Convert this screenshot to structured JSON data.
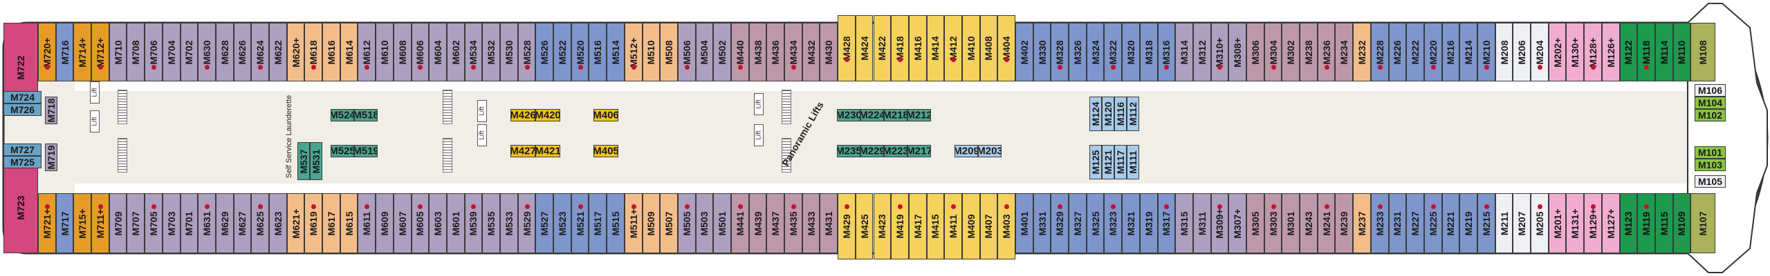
{
  "deck_plan": {
    "colors": {
      "aft_suite": "#d4477f",
      "orange": "#e79b27",
      "purple": "#ad9fbf",
      "peach": "#f3bd8a",
      "steel_blue": "#7e96cc",
      "yellow": "#f5d25e",
      "gold": "#f1c21b",
      "mauve": "#bd98a9",
      "pink": "#f2acd0",
      "white": "#eef0f4",
      "light_blue": "#a9cbea",
      "green": "#1d9a4e",
      "olive": "#aab35c",
      "lime": "#89c540",
      "teal": "#4aa58f",
      "stern_blue": "#6aa3c8",
      "hull": "#eceae0",
      "corridor": "#ffffff"
    },
    "top_cabins": [
      {
        "label": "M722",
        "color": "aft_suite"
      },
      {
        "label": "M720",
        "color": "orange",
        "mark": "+"
      },
      {
        "label": "M716",
        "color": "steel_blue"
      },
      {
        "label": "M714",
        "color": "orange",
        "mark": "+"
      },
      {
        "label": "M712",
        "color": "orange",
        "mark": "+"
      },
      {
        "label": "M710",
        "color": "purple"
      },
      {
        "label": "M708",
        "color": "purple"
      },
      {
        "label": "M706",
        "color": "purple"
      },
      {
        "label": "M704",
        "color": "purple"
      },
      {
        "label": "M702",
        "color": "purple"
      },
      {
        "label": "M630",
        "color": "purple"
      },
      {
        "label": "M628",
        "color": "purple"
      },
      {
        "label": "M626",
        "color": "purple"
      },
      {
        "label": "M624",
        "color": "purple"
      },
      {
        "label": "M622",
        "color": "purple"
      },
      {
        "label": "M620",
        "color": "peach",
        "mark": "+"
      },
      {
        "label": "M618",
        "color": "peach"
      },
      {
        "label": "M616",
        "color": "peach"
      },
      {
        "label": "M614",
        "color": "peach"
      },
      {
        "label": "M612",
        "color": "purple"
      },
      {
        "label": "M610",
        "color": "purple"
      },
      {
        "label": "M608",
        "color": "purple"
      },
      {
        "label": "M606",
        "color": "purple"
      },
      {
        "label": "M604",
        "color": "purple"
      },
      {
        "label": "M602",
        "color": "purple"
      },
      {
        "label": "M534",
        "color": "purple"
      },
      {
        "label": "M532",
        "color": "purple"
      },
      {
        "label": "M530",
        "color": "purple"
      },
      {
        "label": "M528",
        "color": "purple"
      },
      {
        "label": "M526",
        "color": "steel_blue"
      },
      {
        "label": "M522",
        "color": "steel_blue"
      },
      {
        "label": "M520",
        "color": "steel_blue"
      },
      {
        "label": "M516",
        "color": "steel_blue"
      },
      {
        "label": "M514",
        "color": "steel_blue"
      },
      {
        "label": "M512",
        "color": "peach",
        "mark": "+"
      },
      {
        "label": "M510",
        "color": "peach"
      },
      {
        "label": "M508",
        "color": "peach"
      },
      {
        "label": "M506",
        "color": "purple"
      },
      {
        "label": "M504",
        "color": "purple"
      },
      {
        "label": "M502",
        "color": "purple"
      },
      {
        "label": "M440",
        "color": "mauve"
      },
      {
        "label": "M438",
        "color": "mauve"
      },
      {
        "label": "M436",
        "color": "mauve"
      },
      {
        "label": "M434",
        "color": "mauve"
      },
      {
        "label": "M432",
        "color": "mauve"
      },
      {
        "label": "M430",
        "color": "mauve"
      },
      {
        "label": "M428",
        "color": "yellow"
      },
      {
        "label": "M424",
        "color": "yellow"
      },
      {
        "label": "M422",
        "color": "yellow"
      },
      {
        "label": "M418",
        "color": "yellow"
      },
      {
        "label": "M416",
        "color": "yellow"
      },
      {
        "label": "M414",
        "color": "yellow"
      },
      {
        "label": "M412",
        "color": "yellow"
      },
      {
        "label": "M410",
        "color": "yellow"
      },
      {
        "label": "M408",
        "color": "yellow"
      },
      {
        "label": "M404",
        "color": "yellow"
      },
      {
        "label": "M402",
        "color": "steel_blue"
      },
      {
        "label": "M330",
        "color": "steel_blue"
      },
      {
        "label": "M328",
        "color": "steel_blue"
      },
      {
        "label": "M326",
        "color": "steel_blue"
      },
      {
        "label": "M324",
        "color": "steel_blue"
      },
      {
        "label": "M322",
        "color": "steel_blue"
      },
      {
        "label": "M320",
        "color": "steel_blue"
      },
      {
        "label": "M318",
        "color": "steel_blue"
      },
      {
        "label": "M316",
        "color": "steel_blue"
      },
      {
        "label": "M314",
        "color": "purple"
      },
      {
        "label": "M312",
        "color": "purple"
      },
      {
        "label": "M310",
        "color": "purple",
        "mark": "+"
      },
      {
        "label": "M308",
        "color": "purple",
        "mark": "+"
      },
      {
        "label": "M306",
        "color": "mauve"
      },
      {
        "label": "M304",
        "color": "mauve"
      },
      {
        "label": "M302",
        "color": "mauve"
      },
      {
        "label": "M238",
        "color": "mauve"
      },
      {
        "label": "M236",
        "color": "mauve"
      },
      {
        "label": "M234",
        "color": "mauve"
      },
      {
        "label": "M232",
        "color": "peach"
      },
      {
        "label": "M228",
        "color": "steel_blue"
      },
      {
        "label": "M226",
        "color": "steel_blue"
      },
      {
        "label": "M222",
        "color": "steel_blue"
      },
      {
        "label": "M220",
        "color": "steel_blue"
      },
      {
        "label": "M216",
        "color": "steel_blue"
      },
      {
        "label": "M214",
        "color": "steel_blue"
      },
      {
        "label": "M210",
        "color": "steel_blue"
      },
      {
        "label": "M208",
        "color": "white"
      },
      {
        "label": "M206",
        "color": "white"
      },
      {
        "label": "M204",
        "color": "white"
      },
      {
        "label": "M202",
        "color": "pink",
        "mark": "+"
      },
      {
        "label": "M130",
        "color": "pink",
        "mark": "+"
      },
      {
        "label": "M128",
        "color": "pink",
        "mark": "+"
      },
      {
        "label": "M126",
        "color": "pink",
        "mark": "+"
      },
      {
        "label": "M122",
        "color": "green"
      },
      {
        "label": "M118",
        "color": "green"
      },
      {
        "label": "M114",
        "color": "green"
      },
      {
        "label": "M110",
        "color": "green"
      },
      {
        "label": "M108",
        "color": "olive"
      }
    ],
    "bottom_cabins": [
      {
        "label": "M723",
        "color": "aft_suite"
      },
      {
        "label": "M721",
        "color": "orange",
        "mark": "+"
      },
      {
        "label": "M717",
        "color": "steel_blue"
      },
      {
        "label": "M715",
        "color": "orange",
        "mark": "+"
      },
      {
        "label": "M711",
        "color": "orange",
        "mark": "+"
      },
      {
        "label": "M709",
        "color": "purple"
      },
      {
        "label": "M707",
        "color": "purple"
      },
      {
        "label": "M705",
        "color": "purple"
      },
      {
        "label": "M703",
        "color": "purple"
      },
      {
        "label": "M701",
        "color": "purple"
      },
      {
        "label": "M631",
        "color": "purple"
      },
      {
        "label": "M629",
        "color": "purple"
      },
      {
        "label": "M627",
        "color": "purple"
      },
      {
        "label": "M625",
        "color": "purple"
      },
      {
        "label": "M623",
        "color": "purple"
      },
      {
        "label": "M621",
        "color": "peach",
        "mark": "+"
      },
      {
        "label": "M619",
        "color": "peach"
      },
      {
        "label": "M617",
        "color": "peach"
      },
      {
        "label": "M615",
        "color": "peach"
      },
      {
        "label": "M611",
        "color": "purple"
      },
      {
        "label": "M609",
        "color": "purple"
      },
      {
        "label": "M607",
        "color": "purple"
      },
      {
        "label": "M605",
        "color": "purple"
      },
      {
        "label": "M603",
        "color": "purple"
      },
      {
        "label": "M601",
        "color": "purple"
      },
      {
        "label": "M539",
        "color": "purple"
      },
      {
        "label": "M535",
        "color": "purple"
      },
      {
        "label": "M533",
        "color": "purple"
      },
      {
        "label": "M529",
        "color": "purple"
      },
      {
        "label": "M527",
        "color": "steel_blue"
      },
      {
        "label": "M523",
        "color": "steel_blue"
      },
      {
        "label": "M521",
        "color": "steel_blue"
      },
      {
        "label": "M517",
        "color": "steel_blue"
      },
      {
        "label": "M515",
        "color": "steel_blue"
      },
      {
        "label": "M511",
        "color": "peach",
        "mark": "+"
      },
      {
        "label": "M509",
        "color": "peach"
      },
      {
        "label": "M507",
        "color": "peach"
      },
      {
        "label": "M505",
        "color": "purple"
      },
      {
        "label": "M503",
        "color": "purple"
      },
      {
        "label": "M501",
        "color": "purple"
      },
      {
        "label": "M441",
        "color": "mauve"
      },
      {
        "label": "M439",
        "color": "mauve"
      },
      {
        "label": "M437",
        "color": "mauve"
      },
      {
        "label": "M435",
        "color": "mauve"
      },
      {
        "label": "M433",
        "color": "mauve"
      },
      {
        "label": "M431",
        "color": "mauve"
      },
      {
        "label": "M429",
        "color": "yellow"
      },
      {
        "label": "M425",
        "color": "yellow"
      },
      {
        "label": "M423",
        "color": "yellow"
      },
      {
        "label": "M419",
        "color": "yellow"
      },
      {
        "label": "M417",
        "color": "yellow"
      },
      {
        "label": "M415",
        "color": "yellow"
      },
      {
        "label": "M411",
        "color": "yellow"
      },
      {
        "label": "M409",
        "color": "yellow"
      },
      {
        "label": "M407",
        "color": "yellow"
      },
      {
        "label": "M403",
        "color": "yellow"
      },
      {
        "label": "M401",
        "color": "steel_blue"
      },
      {
        "label": "M331",
        "color": "steel_blue"
      },
      {
        "label": "M329",
        "color": "steel_blue"
      },
      {
        "label": "M327",
        "color": "steel_blue"
      },
      {
        "label": "M325",
        "color": "steel_blue"
      },
      {
        "label": "M323",
        "color": "steel_blue"
      },
      {
        "label": "M321",
        "color": "steel_blue"
      },
      {
        "label": "M319",
        "color": "steel_blue"
      },
      {
        "label": "M317",
        "color": "steel_blue"
      },
      {
        "label": "M315",
        "color": "purple"
      },
      {
        "label": "M311",
        "color": "purple"
      },
      {
        "label": "M309",
        "color": "purple",
        "mark": "+"
      },
      {
        "label": "M307",
        "color": "purple",
        "mark": "+"
      },
      {
        "label": "M305",
        "color": "mauve"
      },
      {
        "label": "M303",
        "color": "mauve"
      },
      {
        "label": "M301",
        "color": "mauve"
      },
      {
        "label": "M243",
        "color": "mauve"
      },
      {
        "label": "M241",
        "color": "mauve"
      },
      {
        "label": "M239",
        "color": "mauve"
      },
      {
        "label": "M237",
        "color": "peach"
      },
      {
        "label": "M233",
        "color": "steel_blue"
      },
      {
        "label": "M231",
        "color": "steel_blue"
      },
      {
        "label": "M227",
        "color": "steel_blue"
      },
      {
        "label": "M225",
        "color": "steel_blue"
      },
      {
        "label": "M221",
        "color": "steel_blue"
      },
      {
        "label": "M219",
        "color": "steel_blue"
      },
      {
        "label": "M215",
        "color": "steel_blue"
      },
      {
        "label": "M211",
        "color": "white"
      },
      {
        "label": "M207",
        "color": "white"
      },
      {
        "label": "M205",
        "color": "white"
      },
      {
        "label": "M201",
        "color": "pink",
        "mark": "+"
      },
      {
        "label": "M131",
        "color": "pink",
        "mark": "+"
      },
      {
        "label": "M129",
        "color": "pink",
        "mark": "+"
      },
      {
        "label": "M127",
        "color": "pink",
        "mark": "+"
      },
      {
        "label": "M123",
        "color": "green"
      },
      {
        "label": "M119",
        "color": "green"
      },
      {
        "label": "M115",
        "color": "green"
      },
      {
        "label": "M109",
        "color": "green"
      },
      {
        "label": "M107",
        "color": "olive"
      }
    ],
    "stern_cabins": [
      {
        "label": "M724",
        "color": "stern_blue"
      },
      {
        "label": "M726",
        "color": "stern_blue"
      },
      {
        "label": "M727",
        "color": "stern_blue"
      },
      {
        "label": "M725",
        "color": "stern_blue"
      }
    ],
    "interior_cabins": [
      {
        "label": "M718",
        "color": "purple"
      },
      {
        "label": "M719",
        "color": "purple"
      },
      {
        "label": "M537",
        "color": "teal"
      },
      {
        "label": "M531",
        "color": "teal"
      },
      {
        "label": "M524",
        "color": "teal"
      },
      {
        "label": "M518",
        "color": "teal"
      },
      {
        "label": "M525",
        "color": "teal"
      },
      {
        "label": "M519",
        "color": "teal"
      },
      {
        "label": "M426",
        "color": "gold"
      },
      {
        "label": "M420",
        "color": "gold"
      },
      {
        "label": "M406",
        "color": "gold"
      },
      {
        "label": "M427",
        "color": "gold"
      },
      {
        "label": "M421",
        "color": "gold"
      },
      {
        "label": "M405",
        "color": "gold"
      },
      {
        "label": "M230",
        "color": "teal"
      },
      {
        "label": "M224",
        "color": "teal"
      },
      {
        "label": "M218",
        "color": "teal"
      },
      {
        "label": "M212",
        "color": "teal"
      },
      {
        "label": "M235",
        "color": "teal"
      },
      {
        "label": "M229",
        "color": "teal"
      },
      {
        "label": "M223",
        "color": "teal"
      },
      {
        "label": "M217",
        "color": "teal"
      },
      {
        "label": "M209",
        "color": "light_blue"
      },
      {
        "label": "M203",
        "color": "light_blue"
      },
      {
        "label": "M124",
        "color": "light_blue"
      },
      {
        "label": "M120",
        "color": "light_blue"
      },
      {
        "label": "M116",
        "color": "light_blue"
      },
      {
        "label": "M112",
        "color": "light_blue"
      },
      {
        "label": "M125",
        "color": "light_blue"
      },
      {
        "label": "M121",
        "color": "light_blue"
      },
      {
        "label": "M117",
        "color": "light_blue"
      },
      {
        "label": "M111",
        "color": "light_blue"
      }
    ],
    "bow_cabins": [
      {
        "label": "M106",
        "color": "white"
      },
      {
        "label": "M104",
        "color": "lime"
      },
      {
        "label": "M102",
        "color": "lime"
      },
      {
        "label": "M101",
        "color": "lime"
      },
      {
        "label": "M103",
        "color": "lime"
      },
      {
        "label": "M105",
        "color": "white"
      }
    ],
    "lift_label": "Lift",
    "panoramic_lifts_label": "Panoramic Lifts",
    "self_service_label": "Self Service Launderette"
  }
}
